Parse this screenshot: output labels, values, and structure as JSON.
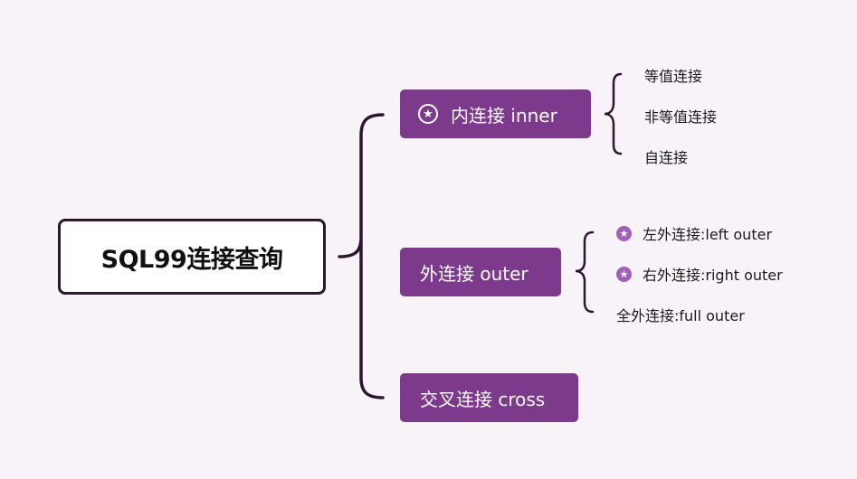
{
  "root": {
    "label": "SQL99连接查询",
    "icon": "none"
  },
  "branches": [
    {
      "label": "内连接 inner",
      "icon": "star-badge",
      "children": [
        {
          "label": "等值连接"
        },
        {
          "label": "非等值连接"
        },
        {
          "label": "自连接"
        }
      ]
    },
    {
      "label": "外连接 outer",
      "children": [
        {
          "label": "左外连接:left outer",
          "icon": "star-badge"
        },
        {
          "label": "右外连接:right outer",
          "icon": "star-badge"
        },
        {
          "label": "全外连接:full outer"
        }
      ]
    },
    {
      "label": "交叉连接 cross",
      "children": []
    }
  ],
  "colors": {
    "background": "#f8f3f9",
    "branch_fill": "#7d3a8c",
    "connector": "#2d1730",
    "star_badge": "#a060b6"
  }
}
